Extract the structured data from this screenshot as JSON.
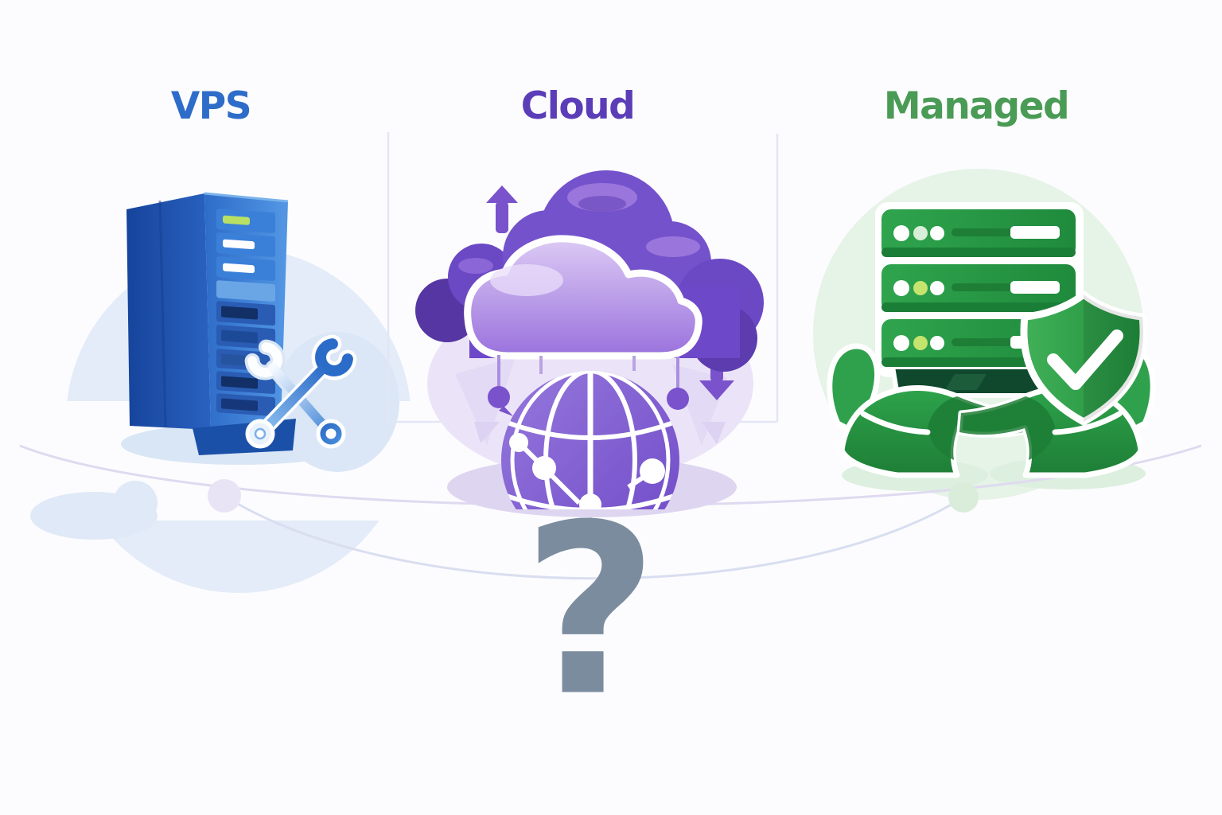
{
  "figure": {
    "type": "comparison-illustration",
    "topic": "Hosting options comparison",
    "background": "#fcfcfe"
  },
  "columns": [
    {
      "id": "vps",
      "label": "VPS",
      "label_color": "#2e6cc9",
      "accent": "#2f6fce",
      "icons": [
        "server-tower-icon",
        "crossed-wrenches-icon"
      ]
    },
    {
      "id": "cloud",
      "label": "Cloud",
      "label_color": "#5b3db8",
      "accent": "#7a52cc",
      "icons": [
        "cloud-icon",
        "up-arrow-icon",
        "down-arrow-icon",
        "globe-network-icon"
      ]
    },
    {
      "id": "managed",
      "label": "Managed",
      "label_color": "#4a9b55",
      "accent": "#2da04a",
      "icons": [
        "server-stack-icon",
        "supporting-hands-icon",
        "shield-check-icon"
      ]
    }
  ],
  "question": {
    "symbol": "?",
    "color": "#7b8c9e"
  },
  "colors": {
    "title_vps": "#2e6cc9",
    "title_cloud": "#5b3db8",
    "title_managed": "#4a9b55",
    "question_mark": "#7b8c9e",
    "vps_server_blue": "#2f6fce",
    "vps_led_green": "#b7e065",
    "cloud_purple_dark": "#6d48c8",
    "cloud_purple_light": "#c9b2ef",
    "globe_purple": "#7a55c6",
    "managed_green": "#2da04a",
    "managed_lime": "#c4e46d",
    "shield_green": "#2ca344",
    "connector_lavender": "#dfdaf0",
    "connector_blue": "#d9def0"
  }
}
